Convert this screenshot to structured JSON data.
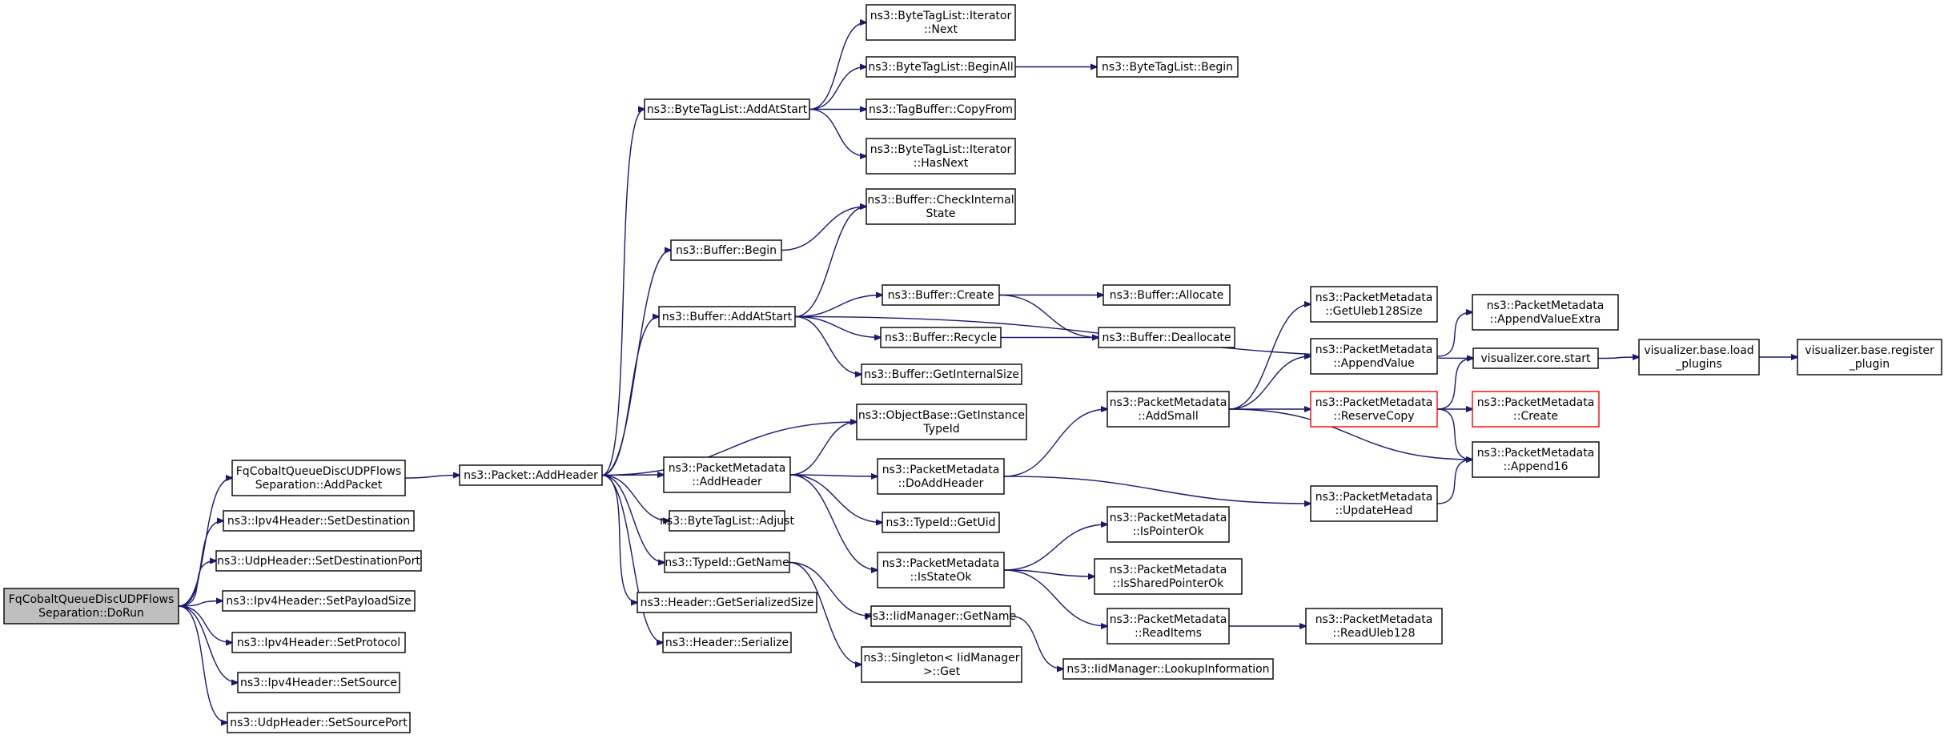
{
  "graph": {
    "colors": {
      "edge": "#191970",
      "root_fill": "#bfbfbf",
      "node_stroke": "#000000",
      "truncated_stroke": "#ff0000"
    },
    "nodes": [
      {
        "id": "dorun",
        "lines": [
          "FqCobaltQueueDiscUDPFlows",
          "Separation::DoRun"
        ],
        "style": "root"
      },
      {
        "id": "addpacket",
        "lines": [
          "FqCobaltQueueDiscUDPFlows",
          "Separation::AddPacket"
        ]
      },
      {
        "id": "ipv4setdest",
        "lines": [
          "ns3::Ipv4Header::SetDestination"
        ]
      },
      {
        "id": "udpsetdestport",
        "lines": [
          "ns3::UdpHeader::SetDestinationPort"
        ]
      },
      {
        "id": "ipv4setpayload",
        "lines": [
          "ns3::Ipv4Header::SetPayloadSize"
        ]
      },
      {
        "id": "ipv4setproto",
        "lines": [
          "ns3::Ipv4Header::SetProtocol"
        ]
      },
      {
        "id": "ipv4setsource",
        "lines": [
          "ns3::Ipv4Header::SetSource"
        ]
      },
      {
        "id": "udpsetsrcport",
        "lines": [
          "ns3::UdpHeader::SetSourcePort"
        ]
      },
      {
        "id": "pktaddheader",
        "lines": [
          "ns3::Packet::AddHeader"
        ]
      },
      {
        "id": "btl_addatstart",
        "lines": [
          "ns3::ByteTagList::AddAtStart"
        ]
      },
      {
        "id": "buf_begin",
        "lines": [
          "ns3::Buffer::Begin"
        ]
      },
      {
        "id": "buf_addatstart",
        "lines": [
          "ns3::Buffer::AddAtStart"
        ]
      },
      {
        "id": "pm_addheader",
        "lines": [
          "ns3::PacketMetadata",
          "::AddHeader"
        ]
      },
      {
        "id": "btl_adjust",
        "lines": [
          "ns3::ByteTagList::Adjust"
        ]
      },
      {
        "id": "typeid_getname",
        "lines": [
          "ns3::TypeId::GetName"
        ]
      },
      {
        "id": "hdr_getsize",
        "lines": [
          "ns3::Header::GetSerializedSize"
        ]
      },
      {
        "id": "hdr_serialize",
        "lines": [
          "ns3::Header::Serialize"
        ]
      },
      {
        "id": "btl_it_next",
        "lines": [
          "ns3::ByteTagList::Iterator",
          "::Next"
        ]
      },
      {
        "id": "btl_beginall",
        "lines": [
          "ns3::ByteTagList::BeginAll"
        ]
      },
      {
        "id": "tagbuf_copyfrom",
        "lines": [
          "ns3::TagBuffer::CopyFrom"
        ]
      },
      {
        "id": "btl_it_hasnext",
        "lines": [
          "ns3::ByteTagList::Iterator",
          "::HasNext"
        ]
      },
      {
        "id": "buf_checkinternal",
        "lines": [
          "ns3::Buffer::CheckInternal",
          "State"
        ]
      },
      {
        "id": "buf_create",
        "lines": [
          "ns3::Buffer::Create"
        ]
      },
      {
        "id": "buf_recycle",
        "lines": [
          "ns3::Buffer::Recycle"
        ]
      },
      {
        "id": "buf_getinternalsize",
        "lines": [
          "ns3::Buffer::GetInternalSize"
        ]
      },
      {
        "id": "objbase_gettypeid",
        "lines": [
          "ns3::ObjectBase::GetInstance",
          "TypeId"
        ]
      },
      {
        "id": "pm_doaddheader",
        "lines": [
          "ns3::PacketMetadata",
          "::DoAddHeader"
        ]
      },
      {
        "id": "typeid_getuid",
        "lines": [
          "ns3::TypeId::GetUid"
        ]
      },
      {
        "id": "pm_isstateok",
        "lines": [
          "ns3::PacketMetadata",
          "::IsStateOk"
        ]
      },
      {
        "id": "iid_getname",
        "lines": [
          "ns3::IidManager::GetName"
        ]
      },
      {
        "id": "singleton_get",
        "lines": [
          "ns3::Singleton< IidManager",
          ">::Get"
        ]
      },
      {
        "id": "btl_begin",
        "lines": [
          "ns3::ByteTagList::Begin"
        ]
      },
      {
        "id": "buf_allocate",
        "lines": [
          "ns3::Buffer::Allocate"
        ]
      },
      {
        "id": "buf_deallocate",
        "lines": [
          "ns3::Buffer::Deallocate"
        ]
      },
      {
        "id": "pm_addsmall",
        "lines": [
          "ns3::PacketMetadata",
          "::AddSmall"
        ]
      },
      {
        "id": "pm_ispointerok",
        "lines": [
          "ns3::PacketMetadata",
          "::IsPointerOk"
        ]
      },
      {
        "id": "pm_issharedok",
        "lines": [
          "ns3::PacketMetadata",
          "::IsSharedPointerOk"
        ]
      },
      {
        "id": "pm_readitems",
        "lines": [
          "ns3::PacketMetadata",
          "::ReadItems"
        ]
      },
      {
        "id": "iid_lookupinfo",
        "lines": [
          "ns3::IidManager::LookupInformation"
        ]
      },
      {
        "id": "pm_getuleb",
        "lines": [
          "ns3::PacketMetadata",
          "::GetUleb128Size"
        ]
      },
      {
        "id": "pm_appendvalue",
        "lines": [
          "ns3::PacketMetadata",
          "::AppendValue"
        ]
      },
      {
        "id": "pm_reservecopy",
        "lines": [
          "ns3::PacketMetadata",
          "::ReserveCopy"
        ],
        "style": "red"
      },
      {
        "id": "pm_updatehead",
        "lines": [
          "ns3::PacketMetadata",
          "::UpdateHead"
        ]
      },
      {
        "id": "pm_readuleb",
        "lines": [
          "ns3::PacketMetadata",
          "::ReadUleb128"
        ]
      },
      {
        "id": "pm_appendvalueextra",
        "lines": [
          "ns3::PacketMetadata",
          "::AppendValueExtra"
        ]
      },
      {
        "id": "viz_core_start",
        "lines": [
          "visualizer.core.start"
        ]
      },
      {
        "id": "pm_create",
        "lines": [
          "ns3::PacketMetadata",
          "::Create"
        ],
        "style": "red"
      },
      {
        "id": "pm_append16",
        "lines": [
          "ns3::PacketMetadata",
          "::Append16"
        ]
      },
      {
        "id": "viz_load_plugins",
        "lines": [
          "visualizer.base.load",
          "_plugins"
        ]
      },
      {
        "id": "viz_register_plugin",
        "lines": [
          "visualizer.base.register",
          "_plugin"
        ]
      }
    ],
    "edges": [
      [
        "dorun",
        "addpacket"
      ],
      [
        "dorun",
        "ipv4setdest"
      ],
      [
        "dorun",
        "udpsetdestport"
      ],
      [
        "dorun",
        "ipv4setpayload"
      ],
      [
        "dorun",
        "ipv4setproto"
      ],
      [
        "dorun",
        "ipv4setsource"
      ],
      [
        "dorun",
        "udpsetsrcport"
      ],
      [
        "addpacket",
        "pktaddheader"
      ],
      [
        "pktaddheader",
        "btl_addatstart"
      ],
      [
        "pktaddheader",
        "buf_begin"
      ],
      [
        "pktaddheader",
        "buf_addatstart"
      ],
      [
        "pktaddheader",
        "objbase_gettypeid"
      ],
      [
        "pktaddheader",
        "pm_addheader"
      ],
      [
        "pktaddheader",
        "btl_adjust"
      ],
      [
        "pktaddheader",
        "typeid_getname"
      ],
      [
        "pktaddheader",
        "hdr_getsize"
      ],
      [
        "pktaddheader",
        "hdr_serialize"
      ],
      [
        "btl_addatstart",
        "btl_it_next"
      ],
      [
        "btl_addatstart",
        "btl_beginall"
      ],
      [
        "btl_addatstart",
        "tagbuf_copyfrom"
      ],
      [
        "btl_addatstart",
        "btl_it_hasnext"
      ],
      [
        "btl_beginall",
        "btl_begin"
      ],
      [
        "buf_begin",
        "buf_checkinternal"
      ],
      [
        "buf_addatstart",
        "buf_checkinternal"
      ],
      [
        "buf_addatstart",
        "buf_create"
      ],
      [
        "buf_addatstart",
        "buf_recycle"
      ],
      [
        "buf_addatstart",
        "buf_getinternalsize"
      ],
      [
        "buf_addatstart",
        "viz_core_start"
      ],
      [
        "buf_create",
        "buf_allocate"
      ],
      [
        "buf_create",
        "buf_deallocate"
      ],
      [
        "buf_recycle",
        "buf_deallocate"
      ],
      [
        "pm_addheader",
        "objbase_gettypeid"
      ],
      [
        "pm_addheader",
        "pm_doaddheader"
      ],
      [
        "pm_addheader",
        "typeid_getuid"
      ],
      [
        "pm_addheader",
        "pm_isstateok"
      ],
      [
        "typeid_getname",
        "iid_getname"
      ],
      [
        "typeid_getname",
        "singleton_get"
      ],
      [
        "iid_getname",
        "iid_lookupinfo"
      ],
      [
        "pm_doaddheader",
        "pm_addsmall"
      ],
      [
        "pm_doaddheader",
        "pm_updatehead"
      ],
      [
        "pm_isstateok",
        "pm_ispointerok"
      ],
      [
        "pm_isstateok",
        "pm_issharedok"
      ],
      [
        "pm_isstateok",
        "pm_readitems"
      ],
      [
        "pm_readitems",
        "pm_readuleb"
      ],
      [
        "pm_addsmall",
        "pm_getuleb"
      ],
      [
        "pm_addsmall",
        "pm_appendvalue"
      ],
      [
        "pm_addsmall",
        "pm_reservecopy"
      ],
      [
        "pm_addsmall",
        "pm_append16"
      ],
      [
        "pm_appendvalue",
        "pm_appendvalueextra"
      ],
      [
        "pm_reservecopy",
        "viz_core_start"
      ],
      [
        "pm_reservecopy",
        "pm_create"
      ],
      [
        "pm_reservecopy",
        "pm_append16"
      ],
      [
        "pm_updatehead",
        "pm_append16"
      ],
      [
        "viz_core_start",
        "viz_load_plugins"
      ],
      [
        "viz_load_plugins",
        "viz_register_plugin"
      ]
    ]
  }
}
